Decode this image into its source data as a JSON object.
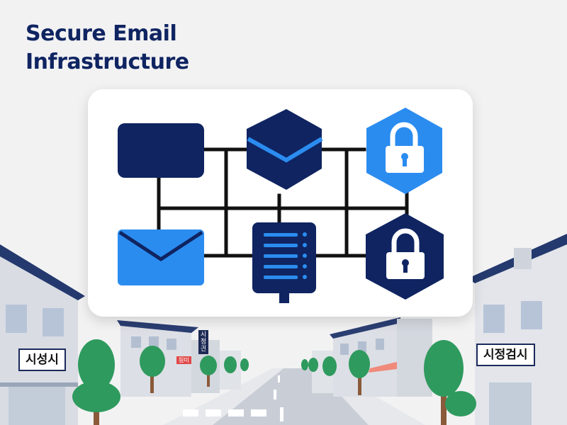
{
  "title": {
    "line1": "Secure Email",
    "line2": "Infrastructure"
  },
  "signs": {
    "left": "시성시",
    "right": "시정검시",
    "pole_chars": [
      "시",
      "정",
      "긘"
    ],
    "small_shop": "됨미"
  },
  "icons": {
    "top_row": [
      "server-block-icon",
      "hexagon-envelope-icon",
      "lock-hexagon-icon"
    ],
    "bottom_row": [
      "envelope-icon",
      "document-list-icon",
      "lock-hexagon-icon"
    ]
  },
  "colors": {
    "navy": "#0f2461",
    "blue": "#2b8cf0",
    "background": "#f2f2f3",
    "title": "#0f2461"
  }
}
